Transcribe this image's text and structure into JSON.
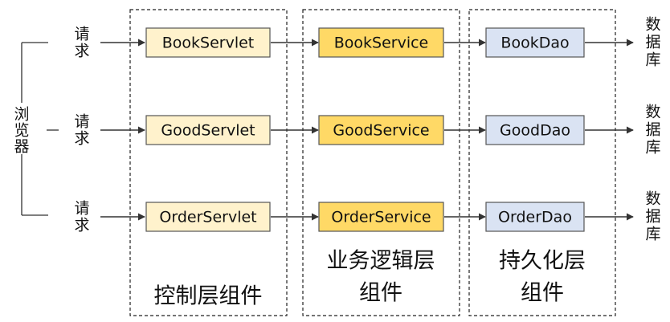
{
  "browser_label": [
    "浏",
    "览",
    "器"
  ],
  "request_label": [
    "请",
    "求"
  ],
  "database_label": [
    "数",
    "据",
    "库"
  ],
  "rows": [
    {
      "servlet": "BookServlet",
      "service": "BookService",
      "dao": "BookDao"
    },
    {
      "servlet": "GoodServlet",
      "service": "GoodService",
      "dao": "GoodDao"
    },
    {
      "servlet": "OrderServlet",
      "service": "OrderService",
      "dao": "OrderDao"
    }
  ],
  "groups": {
    "control": {
      "lines": [
        "控制层组件"
      ]
    },
    "business": {
      "lines": [
        "业务逻辑层",
        "组件"
      ]
    },
    "persistence": {
      "lines": [
        "持久化层",
        "组件"
      ]
    }
  },
  "colors": {
    "servlet_fill": "#fff2cc",
    "servlet_stroke": "#555555",
    "service_fill": "#ffd966",
    "service_stroke": "#555555",
    "dao_fill": "#dae3f3",
    "dao_stroke": "#555555",
    "line": "#333333",
    "group_border": "#222222"
  }
}
